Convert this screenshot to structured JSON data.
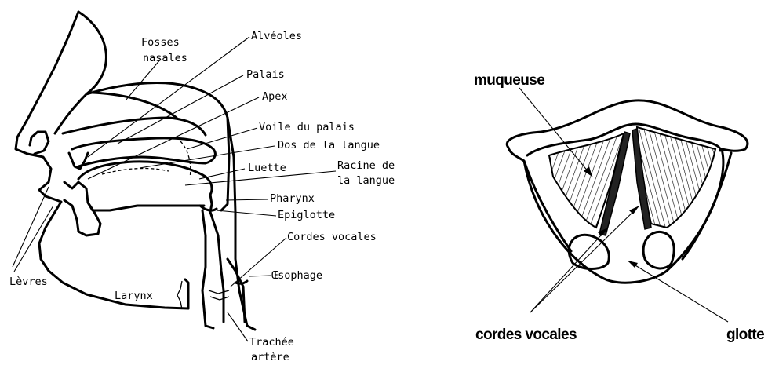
{
  "sagittal": {
    "labels": {
      "fosses_l1": "Fosses",
      "fosses_l2": "nasales",
      "alveoles": "Alvéoles",
      "palais": "Palais",
      "apex": "Apex",
      "voile": "Voile du palais",
      "dos": "Dos de la langue",
      "luette": "Luette",
      "racine_l1": "Racine de",
      "racine_l2": "la langue",
      "pharynx": "Pharynx",
      "epiglotte": "Epiglotte",
      "cordes": "Cordes vocales",
      "oesophage": "Œsophage",
      "levres": "Lèvres",
      "larynx": "Larynx",
      "trachee_l1": "Trachée",
      "trachee_l2": "artère"
    }
  },
  "larynx_view": {
    "labels": {
      "muqueuse": "muqueuse",
      "cordes_vocales": "cordes vocales",
      "glotte": "glotte"
    }
  }
}
